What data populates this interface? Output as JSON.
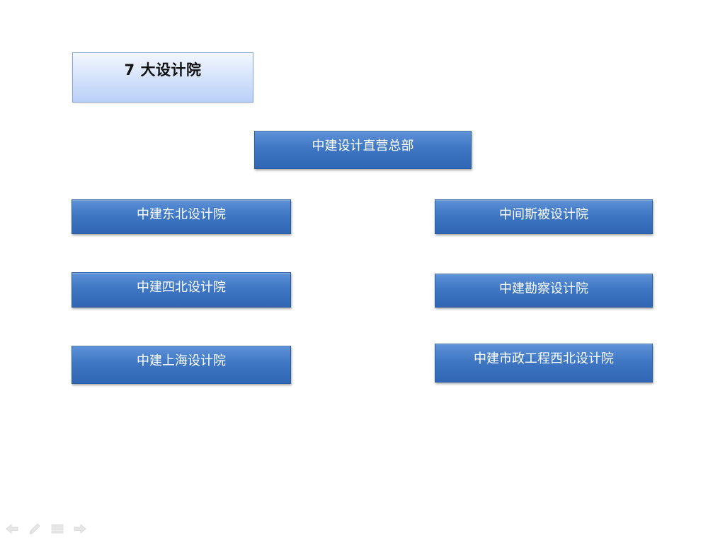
{
  "title": "7 大设计院",
  "org_chart": {
    "root": "中建设计直营总部",
    "nodes": {
      "northeast": "中建东北设计院",
      "zhongjian_sibei": "中间斯被设计院",
      "northwest": "中建四北设计院",
      "survey": "中建勘察设计院",
      "shanghai": "中建上海设计院",
      "municipal_northwest": "中建市政工程西北设计院"
    }
  },
  "slideshow_controls": {
    "icons": [
      "previous-icon",
      "pen-icon",
      "menu-icon",
      "next-icon"
    ]
  },
  "colors": {
    "node_fill": "#3f77c4",
    "node_border": "#2a5e9e",
    "title_fill": "#d6e3fb",
    "node_text": "#ffffff"
  }
}
